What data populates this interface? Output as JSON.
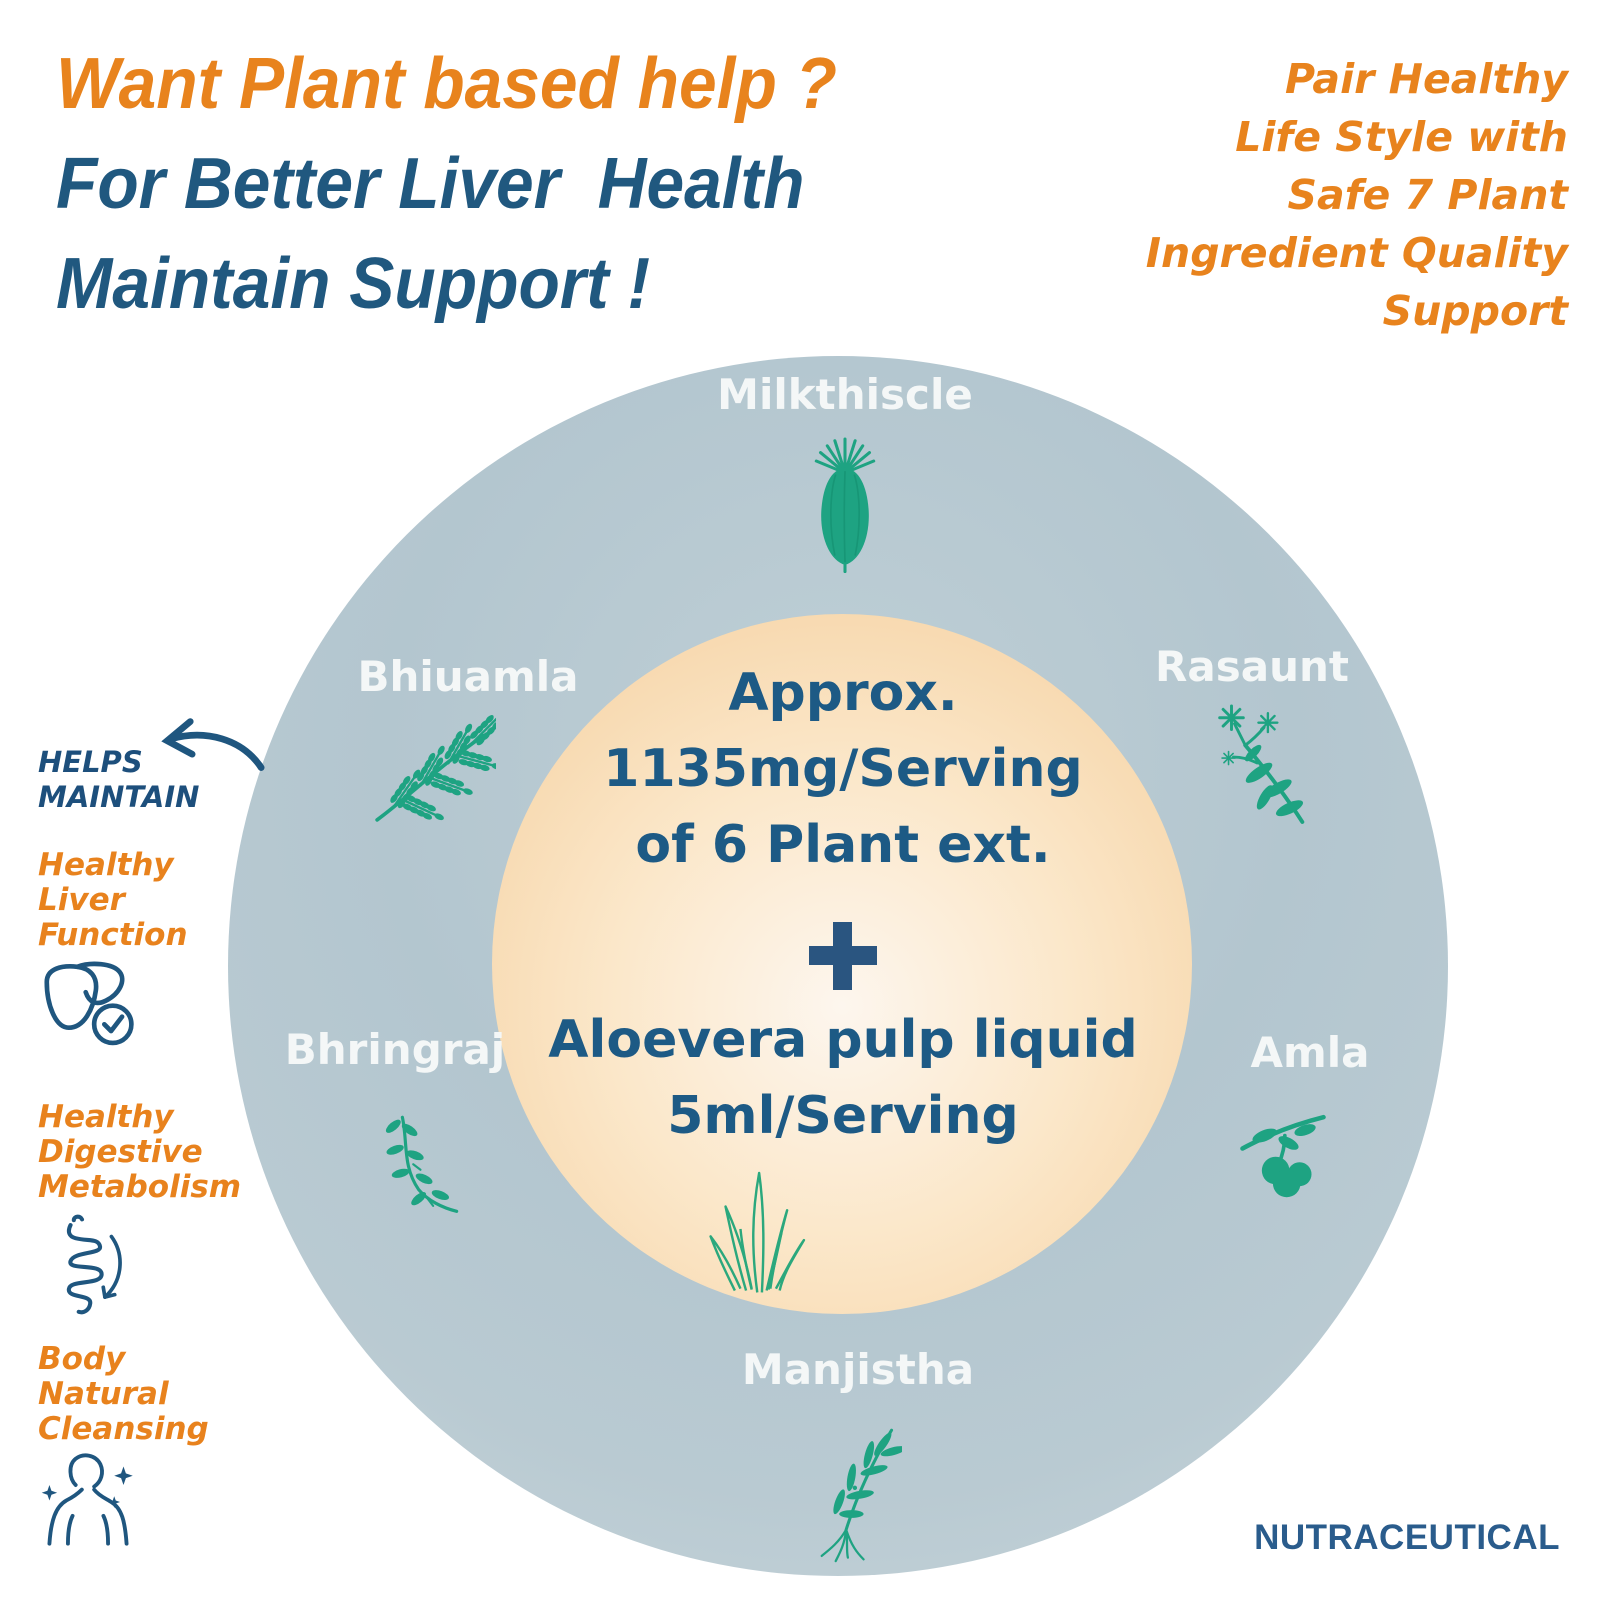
{
  "colors": {
    "accent_orange": "#E8831D",
    "heading_blue": "#20587F",
    "center_text_blue": "#1D5A85",
    "plus_blue": "#2A5580",
    "teal_plant": "#1EA382",
    "aloe_green": "#2BA87D",
    "outline_icon_blue": "#1F567F",
    "outer_circle": "#B6C8D1",
    "inner_circle": "#F6D5A8",
    "label_white": "#F4F7F7",
    "brand_blue": "#2A5C8C"
  },
  "heading": {
    "line1": "Want Plant based help ?",
    "line2": "For Better Liver  Health",
    "line3": "Maintain Support !"
  },
  "tagline": {
    "lines": [
      "Pair Healthy",
      "Life Style with",
      "Safe 7 Plant",
      "Ingredient Quality",
      "Support"
    ]
  },
  "helps_maintain": {
    "line1": "HELPS",
    "line2": "MAINTAIN",
    "arrow_icon": "curved-arrow-icon"
  },
  "benefits": [
    {
      "lines": [
        "Healthy",
        "Liver",
        "Function"
      ],
      "icon": "liver-check-icon"
    },
    {
      "lines": [
        "Healthy",
        "Digestive",
        "Metabolism"
      ],
      "icon": "intestine-icon"
    },
    {
      "lines": [
        "Body",
        "Natural",
        "Cleansing"
      ],
      "icon": "body-cleanse-icon"
    }
  ],
  "ingredients": [
    {
      "name": "Milkthiscle",
      "icon": "milk-thistle-icon"
    },
    {
      "name": "Bhiuamla",
      "icon": "bhiuamla-leaves-icon"
    },
    {
      "name": "Rasaunt",
      "icon": "rasaunt-flower-icon"
    },
    {
      "name": "Bhringraj",
      "icon": "bhringraj-sprig-icon"
    },
    {
      "name": "Amla",
      "icon": "amla-berries-icon"
    },
    {
      "name": "Manjistha",
      "icon": "manjistha-plant-icon"
    }
  ],
  "center": {
    "line1": "Approx.",
    "line2": "1135mg/Serving",
    "line3": "of 6 Plant ext.",
    "plus": "+",
    "line4": "Aloevera pulp liquid",
    "line5": "5ml/Serving",
    "aloe_icon": "aloe-vera-icon"
  },
  "brand": "NUTRACEUTICAL"
}
